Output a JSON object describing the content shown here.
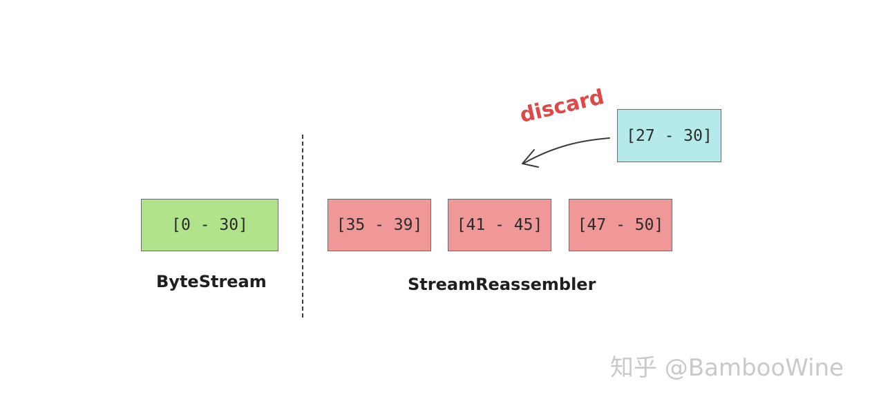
{
  "colors": {
    "bytestream_fill": "#b1e38c",
    "reassembler_fill": "#f09797",
    "incoming_fill": "#b5e9ea",
    "discard_text": "#e04848",
    "arrow_stroke": "#3a3a3a"
  },
  "bytestream": {
    "segment_label": "[0 - 30]",
    "title": "ByteStream"
  },
  "reassembler": {
    "segments": [
      {
        "label": "[35 - 39]"
      },
      {
        "label": "[41 - 45]"
      },
      {
        "label": "[47 - 50]"
      }
    ],
    "title": "StreamReassembler"
  },
  "incoming": {
    "segment_label": "[27 - 30]",
    "action_label": "discard",
    "arrow_icon": "curved-arrow-left"
  },
  "watermark": {
    "text": "知乎 @BambooWine"
  }
}
